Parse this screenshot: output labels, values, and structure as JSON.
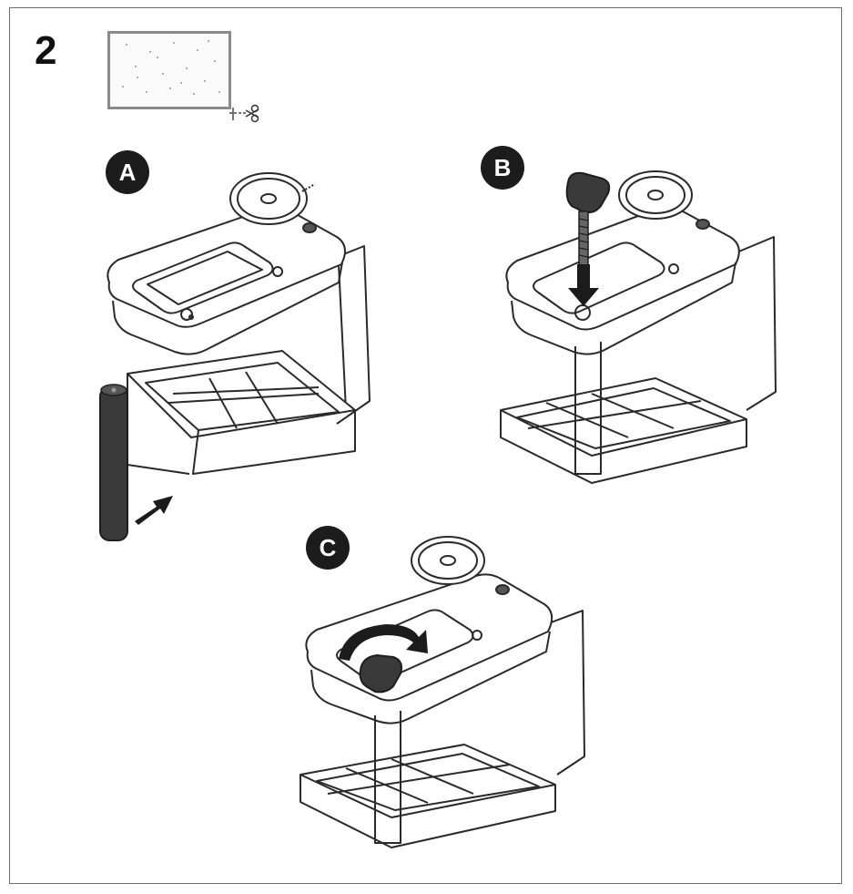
{
  "step": {
    "number": "2"
  },
  "panels": [
    {
      "label": "A"
    },
    {
      "label": "B"
    },
    {
      "label": "C"
    }
  ],
  "colors": {
    "outline": "#2a2a2a",
    "badge": "#1c1c1c",
    "dark_part": "#3a3a3a",
    "frame": "#6b6b6b"
  },
  "icons": {
    "sheet": "paper-sheet-icon",
    "cut": "scissors-icon",
    "insert": "arrow-insert-icon",
    "down": "arrow-down-icon",
    "rotate": "rotate-arrow-icon"
  }
}
